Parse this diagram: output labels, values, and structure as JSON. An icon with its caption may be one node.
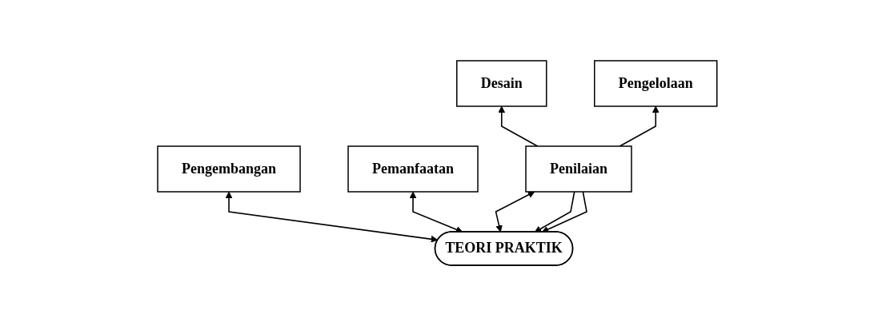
{
  "diagram": {
    "nodes": [
      {
        "text": [
          "Pengembangan"
        ]
      },
      {
        "text": [
          "Pemanfaatan"
        ]
      },
      {
        "text": [
          "TEORI PRAKTIK"
        ]
      },
      {
        "text": [
          "Desain"
        ]
      },
      {
        "text": [
          "Pengelolaan"
        ]
      },
      {
        "text": [
          "Penilaian"
        ]
      }
    ],
    "edges": [
      {
        "from": 0,
        "to": 2,
        "arrow": "both"
      },
      {
        "from": 2,
        "to": 1,
        "arrow": "both"
      },
      {
        "from": 5,
        "to": 2,
        "arrow": "to"
      },
      {
        "from": 2,
        "to": 5,
        "arrow": "both"
      },
      {
        "from": 5,
        "to": 2,
        "arrow": "to"
      },
      {
        "from": 5,
        "to": 3,
        "arrow": "to"
      },
      {
        "from": 5,
        "to": 4,
        "arrow": "to"
      }
    ]
  }
}
